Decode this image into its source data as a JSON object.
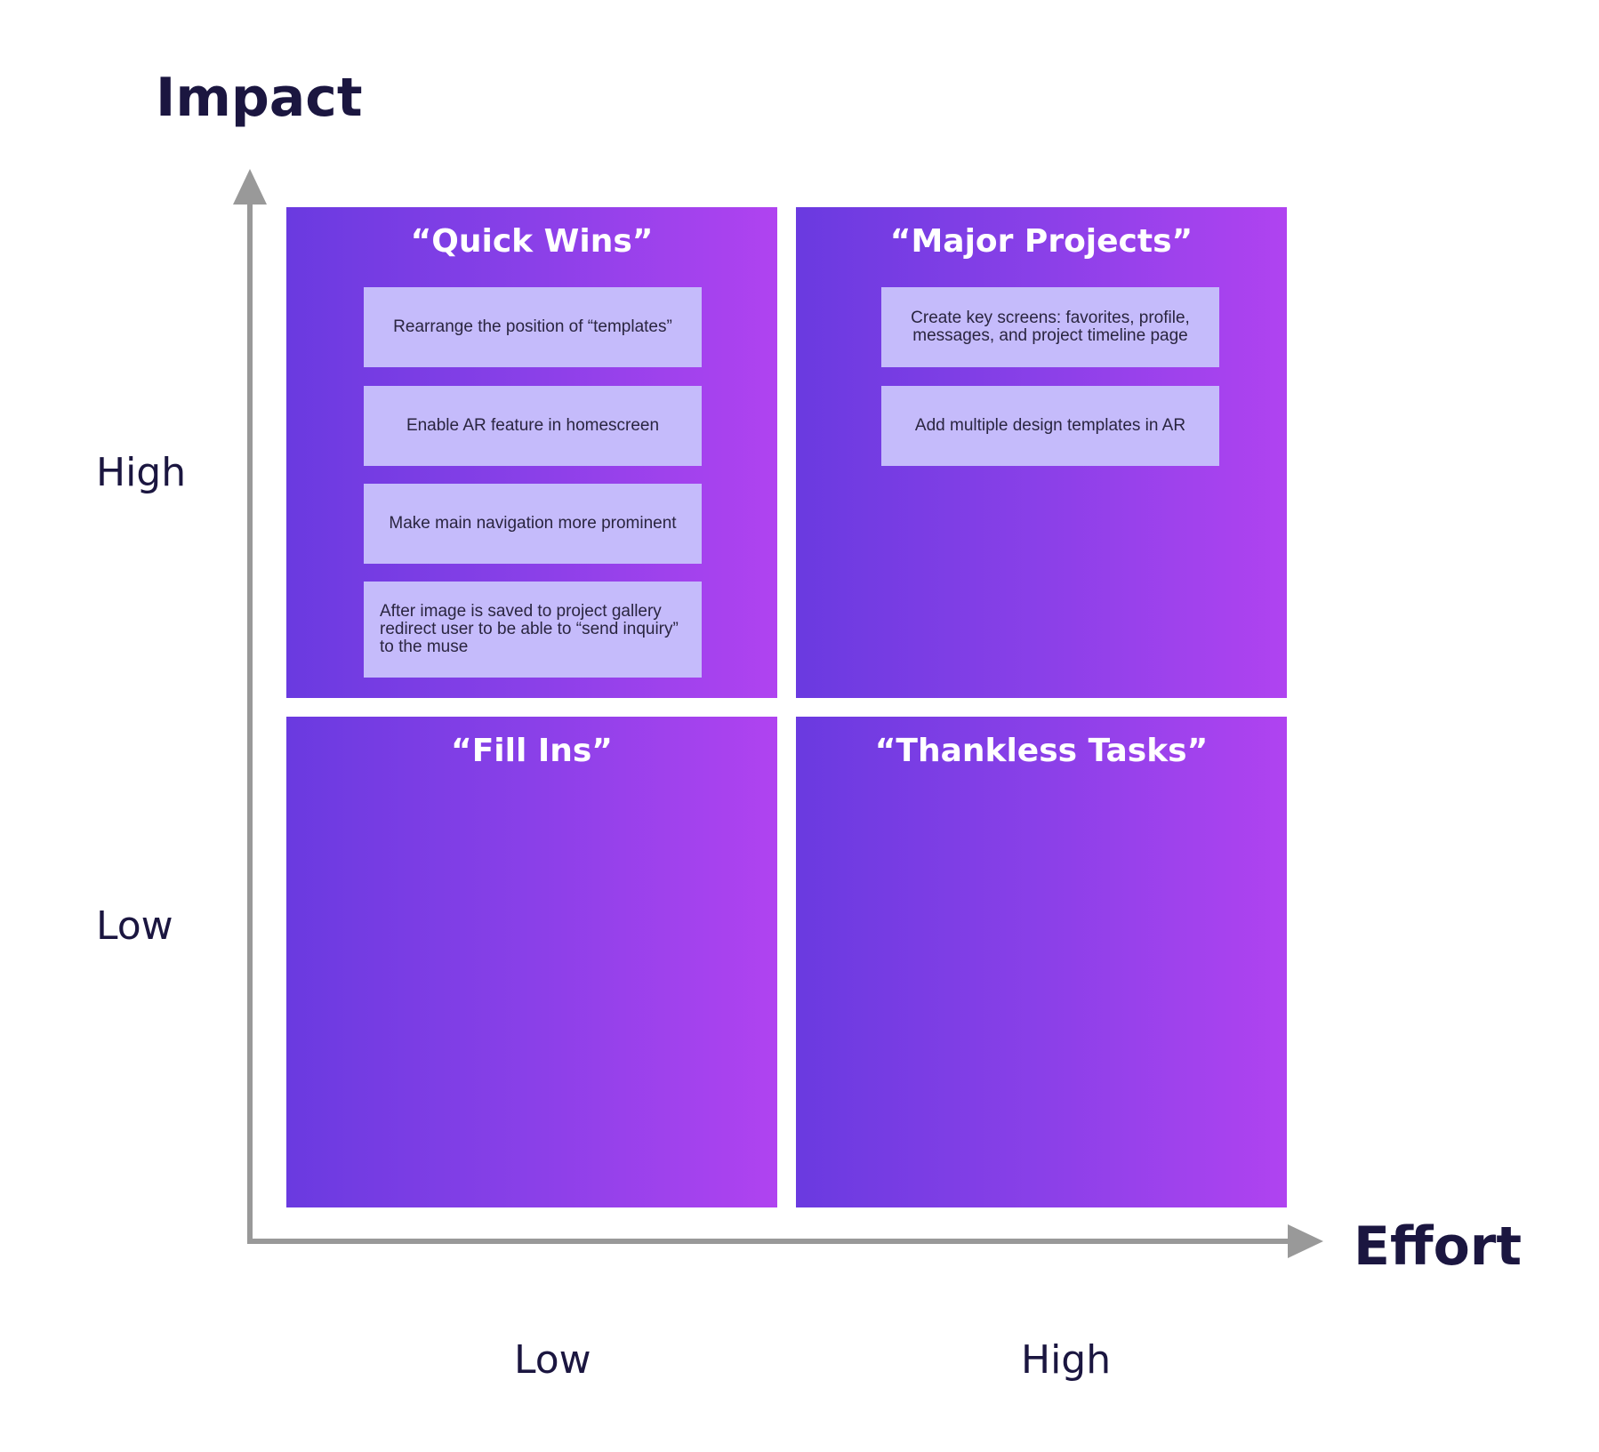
{
  "y_axis": {
    "title": "Impact",
    "high_label": "High",
    "low_label": "Low"
  },
  "x_axis": {
    "title": "Effort",
    "low_label": "Low",
    "high_label": "High"
  },
  "colors": {
    "title_text": "#1b1640",
    "axis_line": "#999999",
    "quadrant_gradient_start": "#6a3ae0",
    "quadrant_gradient_end": "#b043f0",
    "card_background": "#c5bbfb",
    "card_text": "#2a2540"
  },
  "quadrants": {
    "quick_wins": {
      "title": "“Quick Wins”",
      "items": [
        "Rearrange the position of “templates”",
        "Enable AR feature in homescreen",
        "Make main navigation more prominent",
        "After image is saved to project gallery redirect user to be able to “send inquiry” to the muse"
      ]
    },
    "major_projects": {
      "title": "“Major Projects”",
      "items": [
        "Create key screens: favorites, profile, messages, and project timeline page",
        "Add multiple design templates in AR"
      ]
    },
    "fill_ins": {
      "title": "“Fill Ins”",
      "items": []
    },
    "thankless_tasks": {
      "title": "“Thankless Tasks”",
      "items": []
    }
  }
}
